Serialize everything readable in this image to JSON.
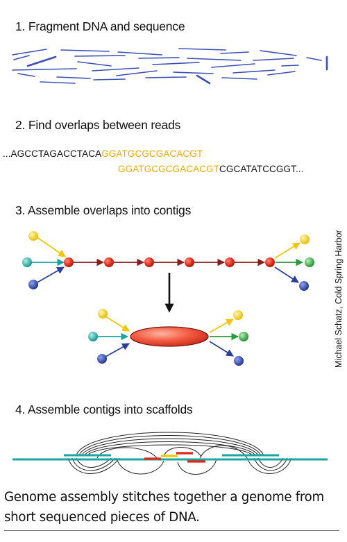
{
  "steps": {
    "s1": "1. Fragment DNA and sequence",
    "s2": "2. Find overlaps between reads",
    "s3": "3. Assemble overlaps into contigs",
    "s4": "4. Assemble contigs into scaffolds"
  },
  "reads": {
    "line1_black": "...AGCCTAGACCTACA",
    "line1_gold": "GGATGCGCGACACGT",
    "line2_gold": "GGATGCGCGACACGT",
    "line2_black": "CGCATATCCGGT..."
  },
  "credit": "Michael Schatz, Cold Spring Harbor",
  "caption": "Genome assembly stitches together a genome from short sequenced pieces of DNA.",
  "colors": {
    "read_blue": "#3b4fb5",
    "node_red": "#d42a1f",
    "arrow_red": "#8a1e1e",
    "yellow": "#f2c500",
    "teal": "#1aa6a0",
    "green": "#2a9a3a",
    "blue": "#2a3f9e",
    "gold_text": "#f2a900",
    "scaffold_teal": "#1aa6a0"
  }
}
